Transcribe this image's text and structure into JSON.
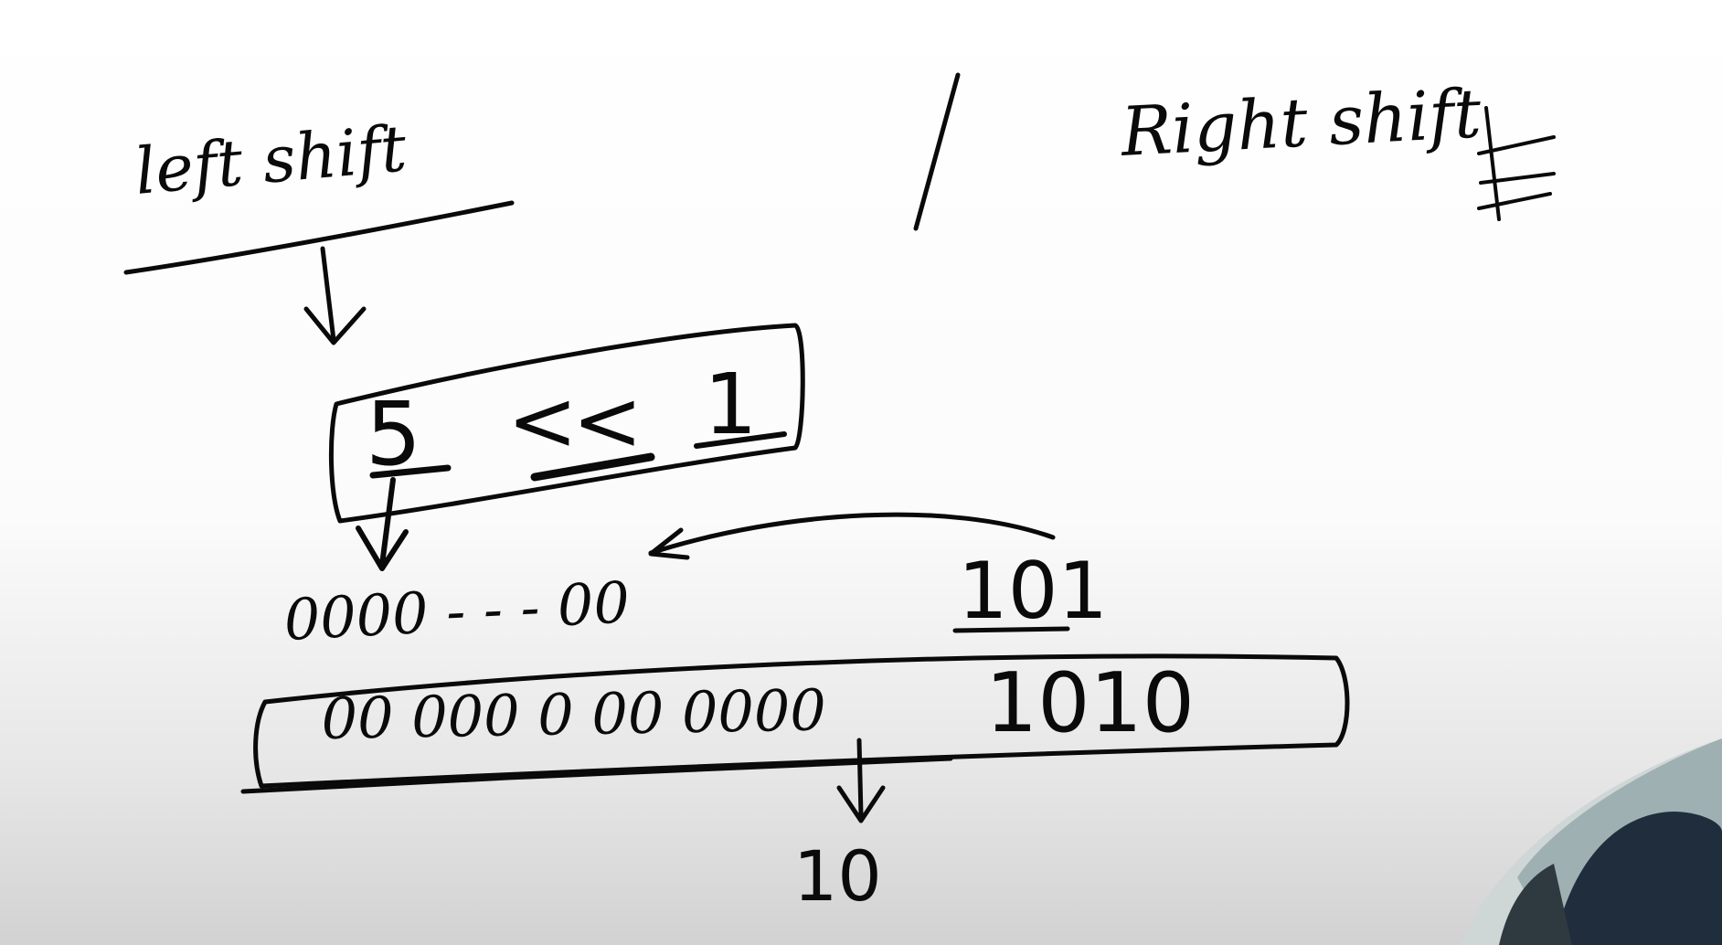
{
  "board": {
    "left_heading": "left shift",
    "right_heading": "Right shift",
    "expression": {
      "operand": "5",
      "operator": "<<",
      "shift": "1"
    },
    "binary_of_operand": {
      "zero_padding": "0000 - - - 00",
      "bits": "101"
    },
    "shifted_result": {
      "zero_padding": "00 000 0 00 0000",
      "bits": "1010"
    },
    "decimal_result": "10"
  },
  "colors": {
    "ink": "#0a0a0a",
    "board": "#ffffff"
  }
}
